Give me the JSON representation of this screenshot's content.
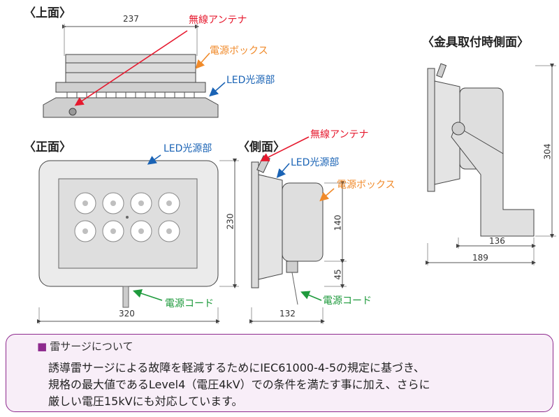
{
  "views": {
    "top": {
      "heading": "〈上面〉",
      "dim_width": "237"
    },
    "front": {
      "heading": "〈正面〉",
      "dim_width": "320",
      "dim_height": "230"
    },
    "side": {
      "heading": "〈側面〉",
      "dim_width": "132",
      "dim_upper": "140",
      "dim_lower": "45"
    },
    "bracket": {
      "heading": "〈金具取付時側面〉",
      "dim_height": "304",
      "dim_inner": "136",
      "dim_outer": "189"
    }
  },
  "labels": {
    "antenna": "無線アンテナ",
    "power_box": "電源ボックス",
    "led_source": "LED光源部",
    "power_cord": "電源コード"
  },
  "colors": {
    "antenna": "#e6192e",
    "power_box": "#f08a2a",
    "led_source": "#1a63b5",
    "power_cord": "#1e9a3c",
    "note_border": "#8e2a8e"
  },
  "note": {
    "title": "雷サージについて",
    "lines": [
      "誘導雷サージによる故障を軽減するためにIEC61000-4-5の規定に基づき、",
      "規格の最大値であるLevel4（電圧4kV）での条件を満たす事に加え、さらに",
      "厳しい電圧15kVにも対応しています。"
    ]
  }
}
